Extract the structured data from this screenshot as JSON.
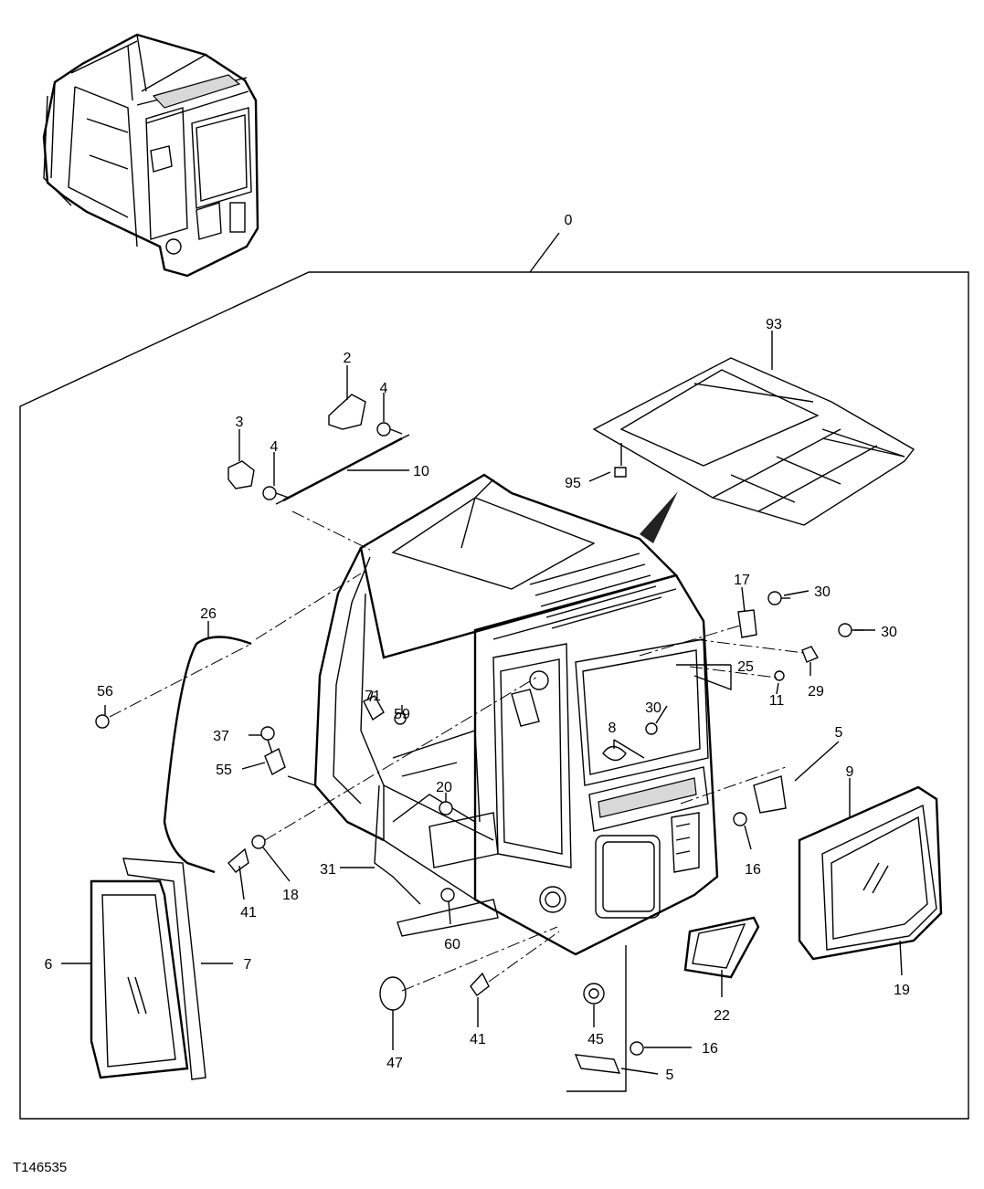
{
  "figure_id": "T146535",
  "callouts": {
    "c0": "0",
    "c93": "93",
    "c2": "2",
    "c4a": "4",
    "c3": "3",
    "c4b": "4",
    "c10": "10",
    "c95": "95",
    "c17": "17",
    "c30a": "30",
    "c30b": "30",
    "c25": "25",
    "c29": "29",
    "c26": "26",
    "c56": "56",
    "c71": "71",
    "c59": "59",
    "c30c": "30",
    "c11": "11",
    "c37": "37",
    "c8": "8",
    "c5a": "5",
    "c55": "55",
    "c9": "9",
    "c20": "20",
    "c16a": "16",
    "c31": "31",
    "c41a": "41",
    "c18": "18",
    "c60": "60",
    "c6": "6",
    "c7": "7",
    "c19": "19",
    "c22": "22",
    "c41b": "41",
    "c45": "45",
    "c16b": "16",
    "c47": "47",
    "c5b": "5"
  }
}
